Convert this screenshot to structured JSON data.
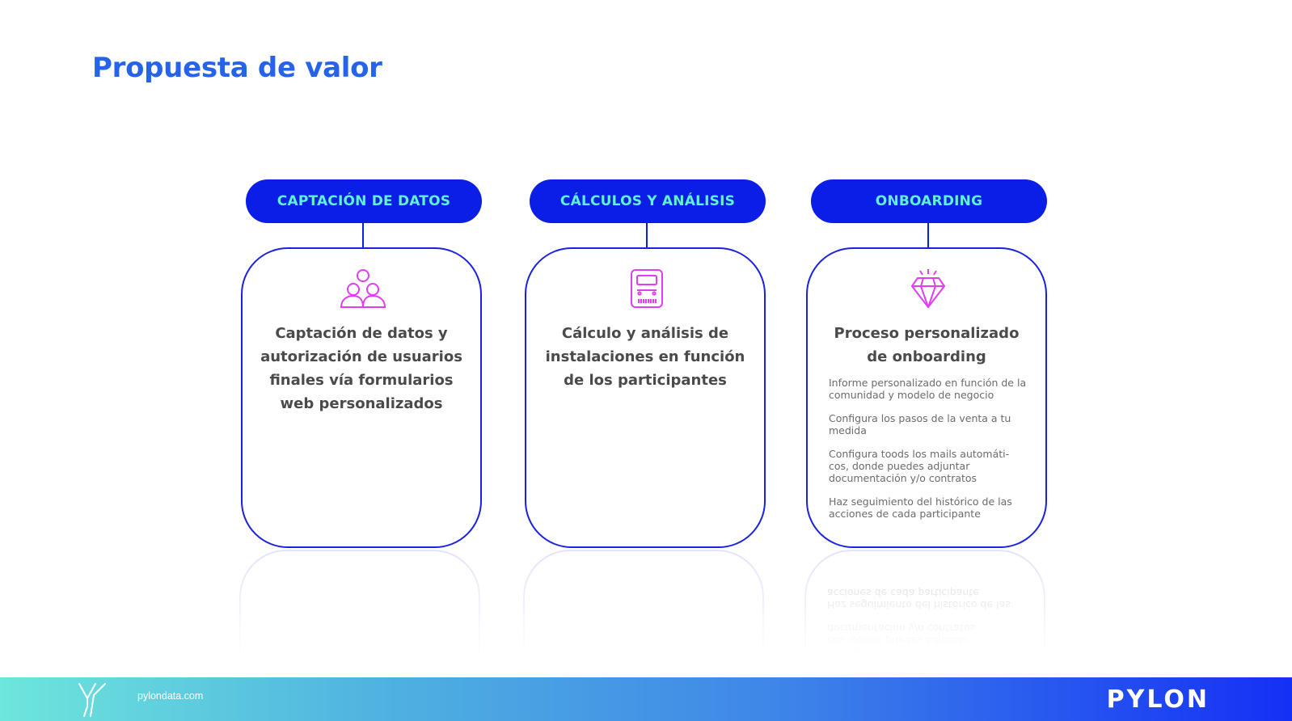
{
  "title": "Propuesta de valor",
  "columns": [
    {
      "pill": "CAPTACIÓN DE DATOS",
      "icon": "users-group-icon",
      "heading": "Captación de datos y autorización de usuarios finales vía formularios web personalizados",
      "bullets": []
    },
    {
      "pill": "CÁLCULOS Y ANÁLISIS",
      "icon": "meter-device-icon",
      "heading": "Cálculo y análisis de instalaciones en función de los participantes",
      "bullets": []
    },
    {
      "pill": "ONBOARDING",
      "icon": "diamond-icon",
      "heading": "Proceso personalizado de onboarding",
      "bullets": [
        "Informe personalizado en función de la comunidad y modelo de negocio",
        "Configura los pasos de la venta a tu medida",
        "Configura toods los mails automáti-cos, donde puedes adjuntar documentación y/o contratos",
        "Haz seguimiento del histórico de las acciones de cada participante"
      ]
    }
  ],
  "footer": {
    "url": "pylondata.com",
    "brand": "PYLON",
    "logo_icon": "pylon-y-logo-icon"
  },
  "colors": {
    "title": "#2563eb",
    "pill_bg": "#0b1ee6",
    "pill_text": "#5ef2d2",
    "card_border": "#1a22e0",
    "icon_magenta": "#e03ef0",
    "footer_gradient_start": "#6de6dc",
    "footer_gradient_end": "#1430f5"
  }
}
